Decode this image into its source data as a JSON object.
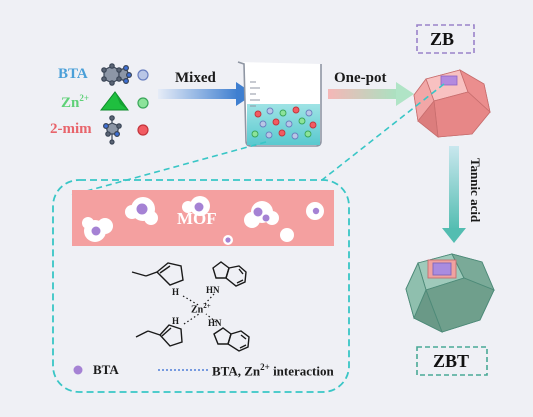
{
  "reagents": [
    {
      "label": "BTA",
      "color": "#4a9fd8",
      "marker_fill": "#b9c6e6",
      "marker_stroke": "#6a7fbf"
    },
    {
      "label": "Zn",
      "sup": "2+",
      "color": "#5fd178",
      "marker_fill": "#8ce39a",
      "marker_stroke": "#3aa65a"
    },
    {
      "label": "2-mim",
      "color": "#e8646b",
      "marker_fill": "#f25b62",
      "marker_stroke": "#c2353c"
    }
  ],
  "steps": {
    "mixed": "Mixed",
    "one_pot": "One-pot",
    "tannic": "Tannic acid"
  },
  "products": {
    "zb": "ZB",
    "zbt": "ZBT"
  },
  "inset": {
    "mof_label": "MOF",
    "zn_center": "Zn",
    "zn_sup": "2+",
    "h_labels": [
      "H",
      "H",
      "HN",
      "HN"
    ],
    "legend_bta": "BTA",
    "legend_interaction": "BTA, Zn",
    "legend_interaction_sup": "2+",
    "legend_interaction_tail": " interaction"
  },
  "colors": {
    "zb_box": "#9a82c9",
    "zbt_box": "#49a996",
    "inset_border": "#39c6c6",
    "zb_poly": "#ef8f8f",
    "zbt_poly": "#7fb1a1",
    "mof_band": "#f4a0a0",
    "bta_dot": "#a582d4"
  }
}
